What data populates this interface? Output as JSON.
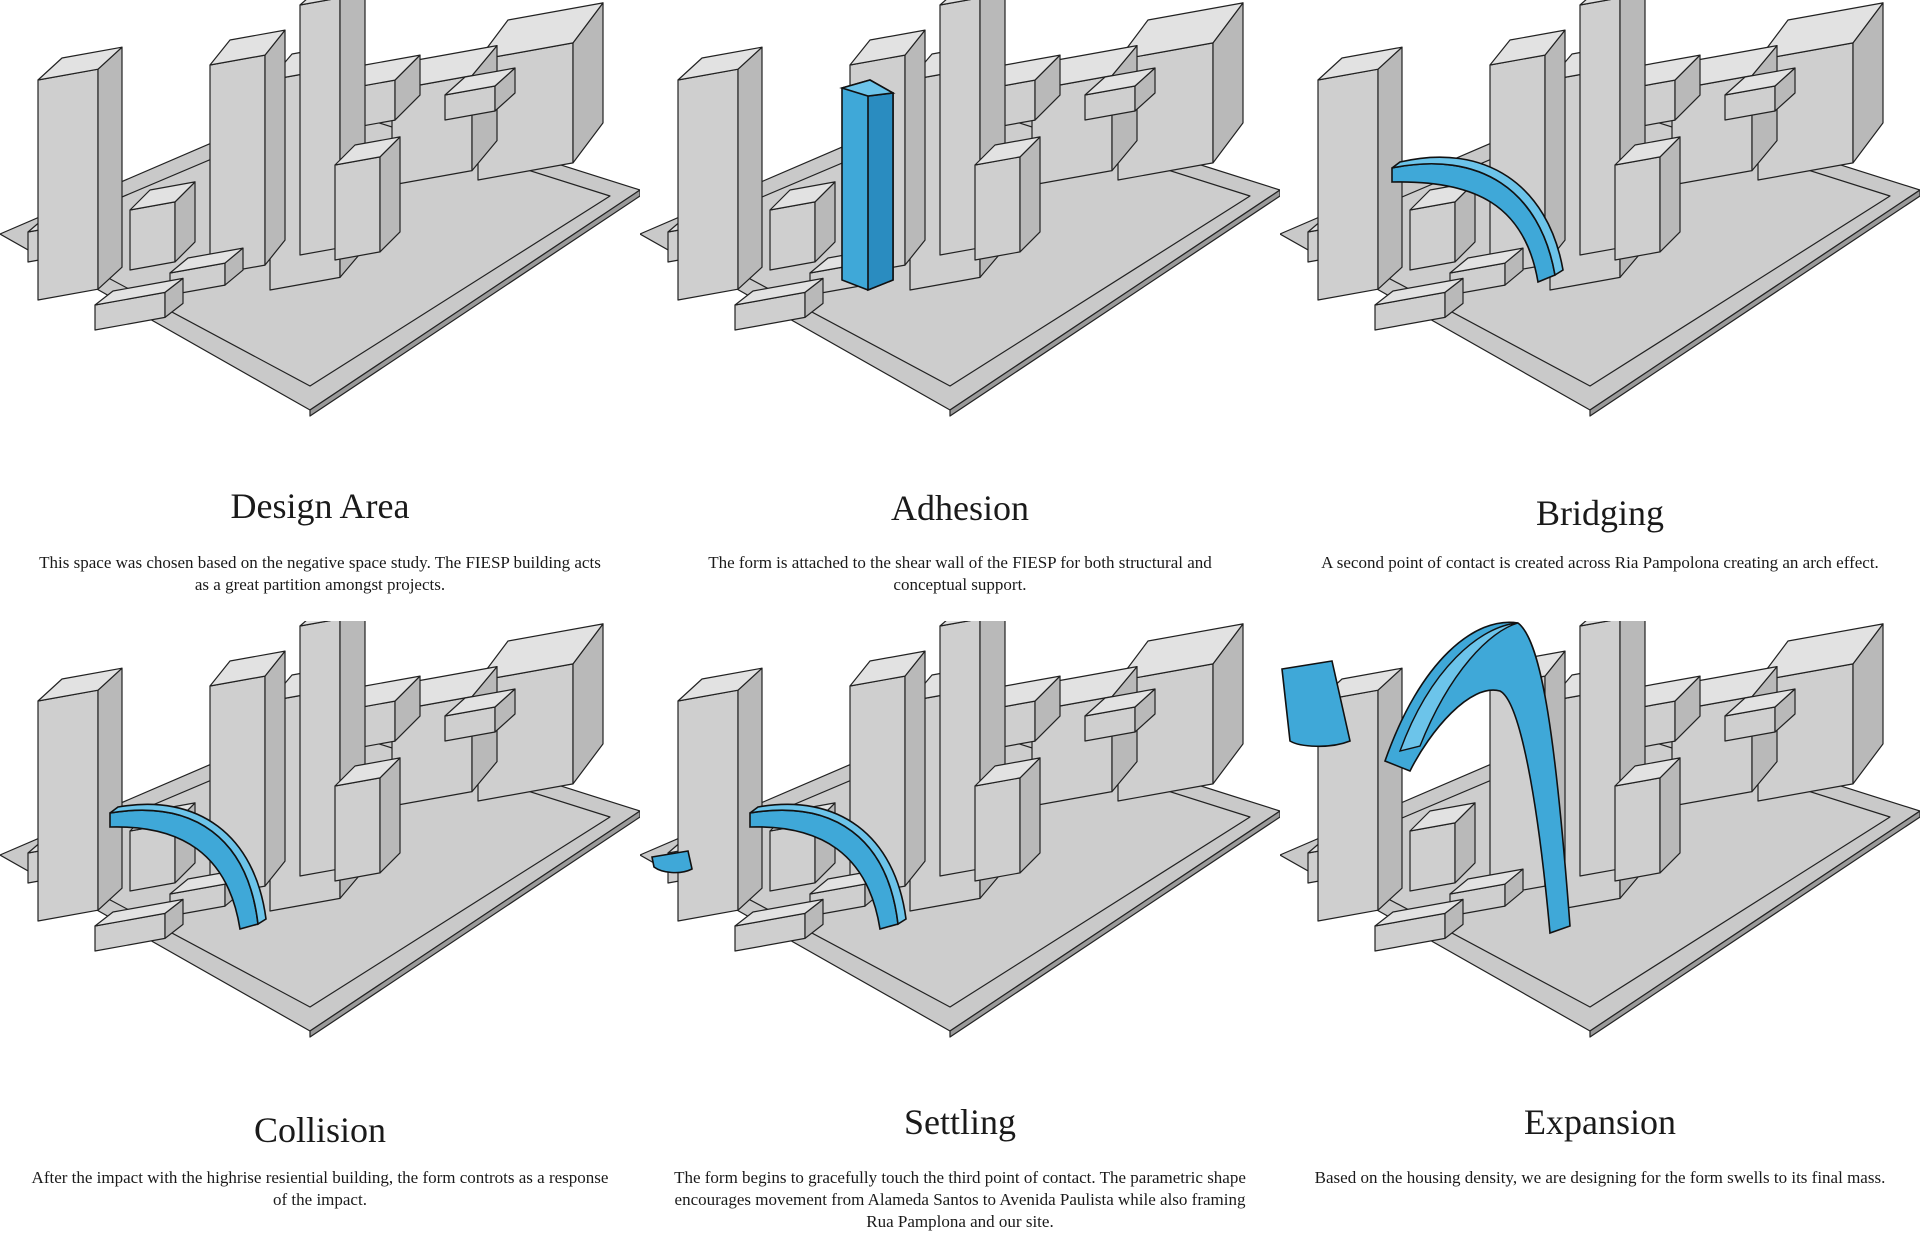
{
  "panels": [
    {
      "title": "Design Area",
      "caption": "This space was chosen based on the negative space study. The FIESP building acts as a great partition amongst projects.",
      "form": "none"
    },
    {
      "title": "Adhesion",
      "caption": "The form is attached to the shear wall of the FIESP for both structural and conceptual support.",
      "form": "tower"
    },
    {
      "title": "Bridging",
      "caption": "A second point of contact is created across Ria Pampolona creating an arch effect.",
      "form": "arch"
    },
    {
      "title": "Collision",
      "caption": "After the impact with the highrise resiential building, the form controts as a response of the impact.",
      "form": "arch"
    },
    {
      "title": "Settling",
      "caption": "The form begins to gracefully touch the third point of contact. The parametric shape encourages movement from Alameda Santos to Avenida Paulista while also framing Rua Pamplona and our site.",
      "form": "arch-settle"
    },
    {
      "title": "Expansion",
      "caption": "Based on the housing density, we are designing for the form swells to its final mass.",
      "form": "expansion"
    }
  ],
  "colors": {
    "form": "#3fa8d8",
    "form_dark": "#1f78a8",
    "building": "#d2d2d2",
    "ground": "#cfcfcf",
    "line": "#222222"
  }
}
